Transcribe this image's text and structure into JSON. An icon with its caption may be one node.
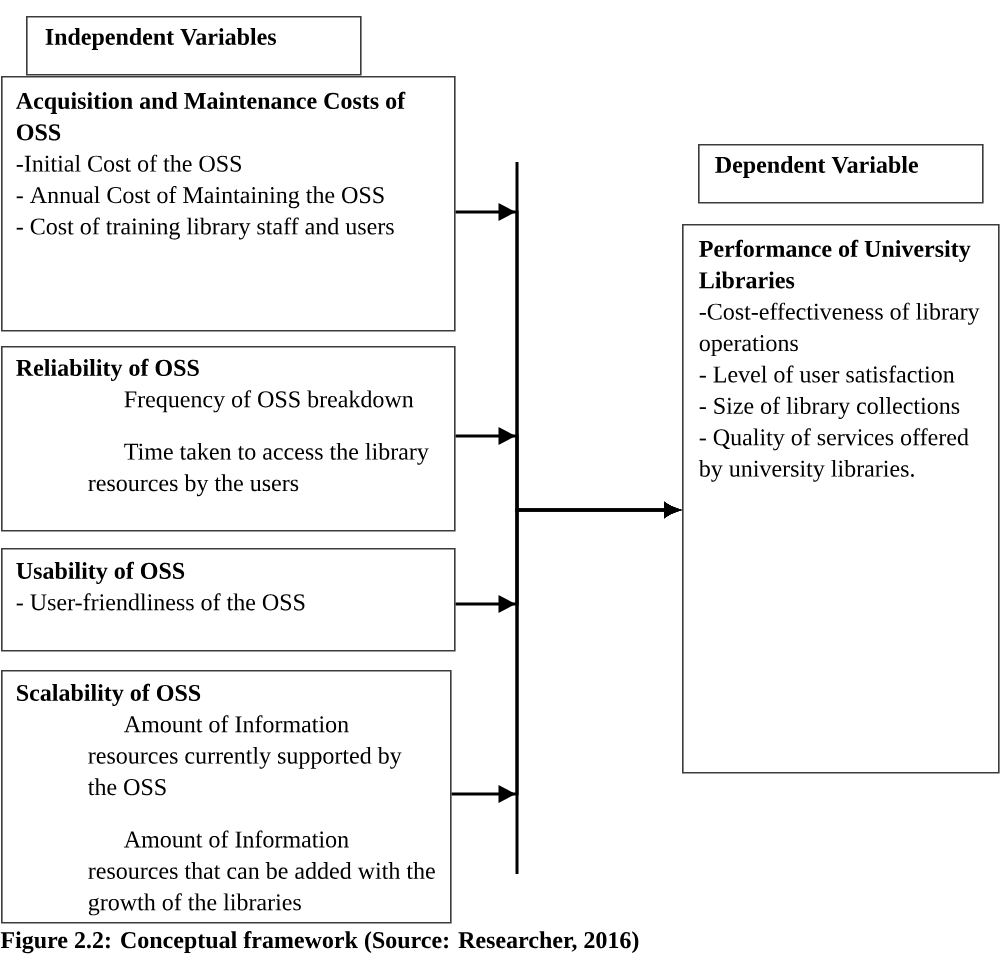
{
  "diagram": {
    "caption": "Figure 2.2: Conceptual framework (Source: Researcher, 2016)",
    "nodes": [
      {
        "text": [
          "Independent Variables"
        ]
      },
      {
        "text": [
          "Acquisition and Maintenance Costs of OSS",
          "-Initial Cost of the OSS",
          "- Annual Cost of Maintaining the OSS",
          "- Cost of training library staff and users"
        ]
      },
      {
        "text": [
          "Reliability of OSS",
          "Frequency of OSS breakdown",
          "Time taken to access the library resources by the users"
        ]
      },
      {
        "text": [
          "Usability of OSS",
          "- User-friendliness of the OSS"
        ]
      },
      {
        "text": [
          "Scalability of OSS",
          "Amount of Information resources currently supported by the OSS",
          "Amount of Information resources that can be added with the growth of the libraries"
        ]
      },
      {
        "text": [
          "Dependent Variable"
        ]
      },
      {
        "text": [
          "Performance of University Libraries",
          "-Cost-effectiveness of library operations",
          "- Level of user satisfaction",
          "- Size of library collections",
          "- Quality of services offered by university libraries."
        ]
      }
    ],
    "edges": [
      {
        "from": 1,
        "to": 6,
        "arrow": "to"
      },
      {
        "from": 2,
        "to": 6,
        "arrow": "to"
      },
      {
        "from": 3,
        "to": 6,
        "arrow": "to"
      },
      {
        "from": 4,
        "to": 6,
        "arrow": "to"
      }
    ]
  }
}
